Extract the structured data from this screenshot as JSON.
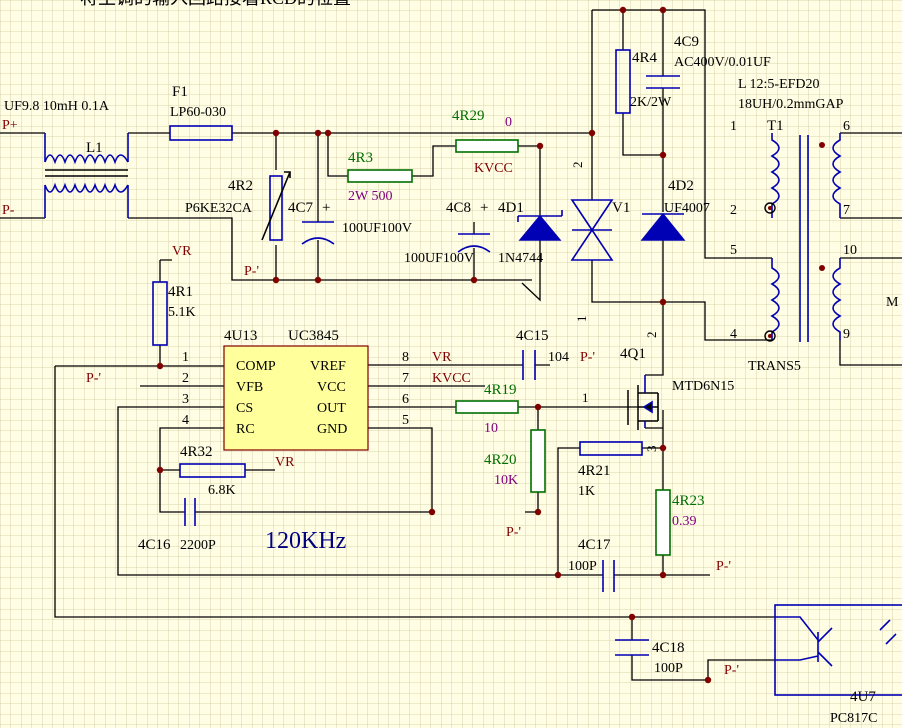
{
  "title_fragment": "将主调的输入回路接着RCD的位置",
  "frequency": "120KHz",
  "nets": {
    "p_plus": "P+",
    "p_minus": "P-",
    "p_minus_prime": "P-'",
    "vr": "VR",
    "kvcc": "KVCC"
  },
  "components": {
    "l1": {
      "ref": "L1",
      "value": "UF9.8 10mH  0.1A"
    },
    "f1": {
      "ref": "F1",
      "value": "LP60-030"
    },
    "r2": {
      "ref": "4R2",
      "value": "P6KE32CA"
    },
    "c7": {
      "ref": "4C7",
      "value": "100UF100V",
      "polarity": "+"
    },
    "r3": {
      "ref": "4R3",
      "value": "2W 500"
    },
    "r29": {
      "ref": "4R29",
      "value": "0"
    },
    "c8": {
      "ref": "4C8",
      "value": "100UF100V",
      "polarity": "+"
    },
    "d1": {
      "ref": "4D1",
      "value": "1N4744"
    },
    "v1": {
      "ref": "V1"
    },
    "r4": {
      "ref": "4R4",
      "value": "2K/2W"
    },
    "c9": {
      "ref": "4C9",
      "value": "AC400V/0.01UF"
    },
    "d2": {
      "ref": "4D2",
      "value": "UF4007"
    },
    "t1": {
      "ref": "T1",
      "spec1": "L 12:5-EFD20",
      "spec2": "18UH/0.2mmGAP",
      "type": "TRANS5",
      "pins": [
        "1",
        "6",
        "2",
        "7",
        "5",
        "10",
        "4",
        "9"
      ],
      "edge_label": "M"
    },
    "r1": {
      "ref": "4R1",
      "value": "5.1K"
    },
    "u13": {
      "ref": "4U13",
      "value": "UC3845",
      "left_pins": [
        {
          "num": "1",
          "name": "COMP"
        },
        {
          "num": "2",
          "name": "VFB"
        },
        {
          "num": "3",
          "name": "CS"
        },
        {
          "num": "4",
          "name": "RC"
        }
      ],
      "right_pins": [
        {
          "num": "8",
          "name": "VREF"
        },
        {
          "num": "7",
          "name": "VCC"
        },
        {
          "num": "6",
          "name": "OUT"
        },
        {
          "num": "5",
          "name": "GND"
        }
      ]
    },
    "c15": {
      "ref": "4C15",
      "value": "104"
    },
    "q1": {
      "ref": "4Q1",
      "value": "MTD6N15"
    },
    "r19": {
      "ref": "4R19",
      "value": "10"
    },
    "r20": {
      "ref": "4R20",
      "value": "10K"
    },
    "r21": {
      "ref": "4R21",
      "value": "1K"
    },
    "r23": {
      "ref": "4R23",
      "value": "0.39"
    },
    "r32": {
      "ref": "4R32",
      "value": "6.8K"
    },
    "c16": {
      "ref": "4C16",
      "value": "2200P"
    },
    "c17": {
      "ref": "4C17",
      "value": "100P"
    },
    "c18": {
      "ref": "4C18",
      "value": "100P"
    },
    "u7": {
      "ref": "4U7",
      "value": "PC817C"
    }
  },
  "pin_numbers": {
    "v1_top": "2",
    "v1_bottom": "1",
    "q1_drain": "2",
    "q1_gate": "1",
    "q1_source": "3"
  },
  "colors": {
    "background": "#fffde4",
    "grid": "#cfcaa0",
    "wire": "#000000",
    "component": "#0000b4",
    "resistor_fill": "#007000",
    "net_label": "#800000",
    "value_label": "#800080",
    "node": "#800000"
  }
}
